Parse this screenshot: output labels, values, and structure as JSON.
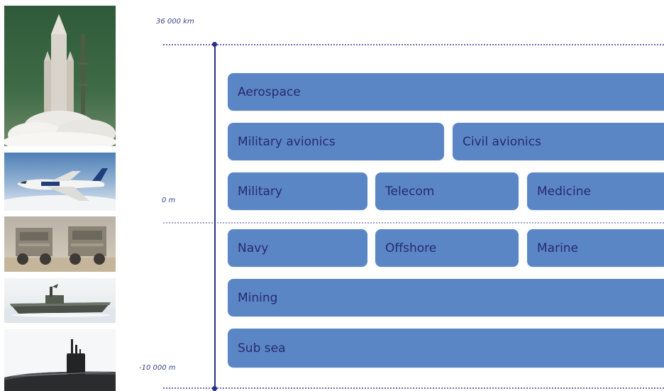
{
  "scale": {
    "top": "36 000 km",
    "zero": "0 m",
    "bottom": "-10 000 m"
  },
  "domains": {
    "aerospace": "Aerospace",
    "military_avionics": "Military avionics",
    "civil_avionics": "Civil avionics",
    "military": "Military",
    "telecom": "Telecom",
    "medicine": "Medicine",
    "navy": "Navy",
    "offshore": "Offshore",
    "marine": "Marine",
    "mining": "Mining",
    "sub_sea": "Sub sea"
  },
  "photos": [
    "rocket-launch",
    "business-jet",
    "military-trucks",
    "naval-boat",
    "submarine"
  ],
  "colors": {
    "bar_fill": "#5b86c6",
    "bar_text": "#262a6e",
    "axis": "#2b2f86",
    "scale_text": "#3b3f8c"
  }
}
